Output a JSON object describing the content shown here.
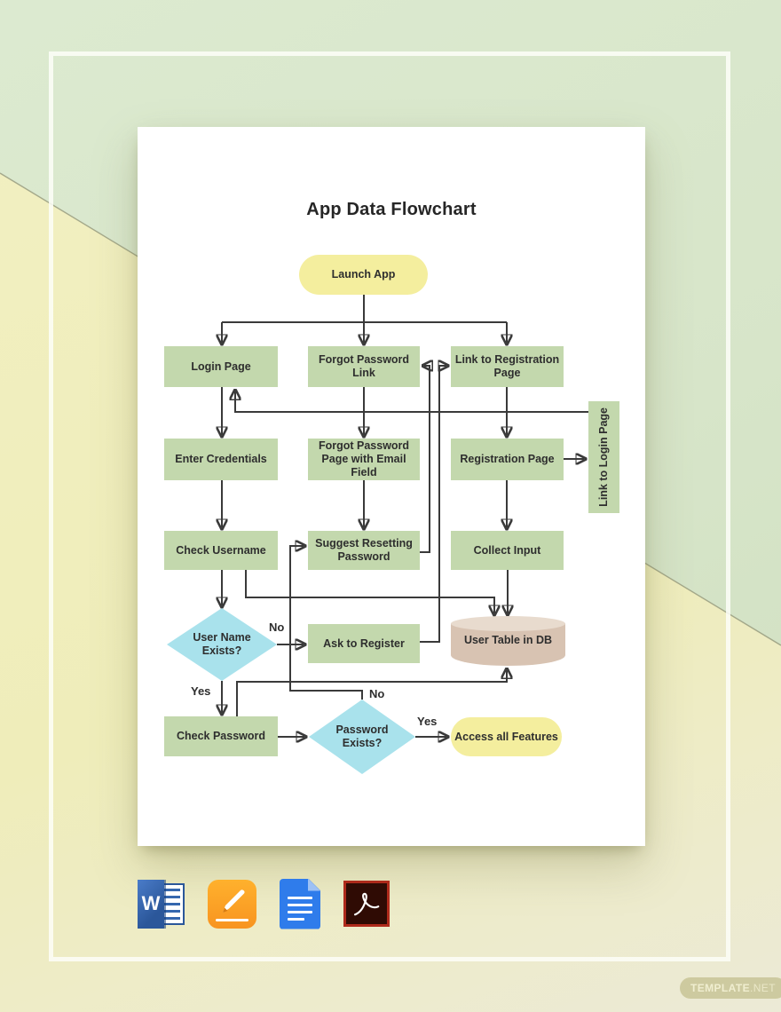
{
  "page": {
    "title": "App Data Flowchart",
    "nodes": {
      "launch": "Launch App",
      "login_page": "Login Page",
      "forgot_link": "Forgot Password Link",
      "reg_link": "Link to Registration\nPage",
      "enter_cred": "Enter Credentials",
      "forgot_page": "Forgot Password\nPage with Email Field",
      "reg_page": "Registration Page",
      "link_login": "Link to Login Page",
      "check_user": "Check Username",
      "suggest_reset": "Suggest Resetting\nPassword",
      "collect_input": "Collect Input",
      "user_exists": "User Name\nExists?",
      "ask_register": "Ask to Register",
      "user_table": "User Table in DB",
      "check_pass": "Check Password",
      "pass_exists": "Password\nExists?",
      "access_features": "Access all Features"
    },
    "edge_labels": {
      "username_no": "No",
      "username_yes": "Yes",
      "password_no": "No",
      "password_yes": "Yes"
    }
  },
  "footer": {
    "icons": [
      "microsoft-word",
      "apple-pages",
      "google-docs",
      "adobe-pdf"
    ],
    "word_letter": "W",
    "watermark_bold": "TEMPLATE",
    "watermark_light": ".NET"
  },
  "colors": {
    "bg_green": "#d7e5c9",
    "bg_yellow": "#efedba",
    "node_green": "#c3d8ad",
    "node_yellow": "#f4ee9e",
    "node_cyan": "#a9e2ec",
    "cylinder_tan": "#d8c3b2",
    "connector": "#3a3a3a",
    "word_blue": "#2b579a",
    "pages_orange": "#f89420",
    "docs_blue": "#2f7ceb",
    "pdf_red": "#ae2a1b"
  }
}
